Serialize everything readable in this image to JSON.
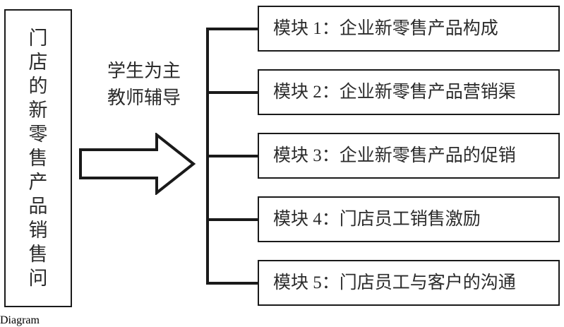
{
  "diagram": {
    "type": "flow-diagram",
    "left_panel": {
      "orientation": "vertical-text",
      "text": "门店的新零售产品销售问"
    },
    "middle": {
      "caption_line1": "学生为主",
      "caption_line2": "教师辅导",
      "caption": "学生为主\n教师辅导",
      "arrow_direction": "right"
    },
    "modules": [
      {
        "index": "1",
        "label": "模块 1：企业新零售产品构成"
      },
      {
        "index": "2",
        "label": "模块 2：企业新零售产品营销渠"
      },
      {
        "index": "3",
        "label": "模块 3：企业新零售产品的促销"
      },
      {
        "index": "4",
        "label": "模块 4：门店员工销售激励"
      },
      {
        "index": "5",
        "label": "模块 5：门店员工与客户的沟通"
      }
    ],
    "colors": {
      "stroke": "#1a1a1a",
      "text": "#2b2b2b",
      "background": "#ffffff"
    }
  }
}
